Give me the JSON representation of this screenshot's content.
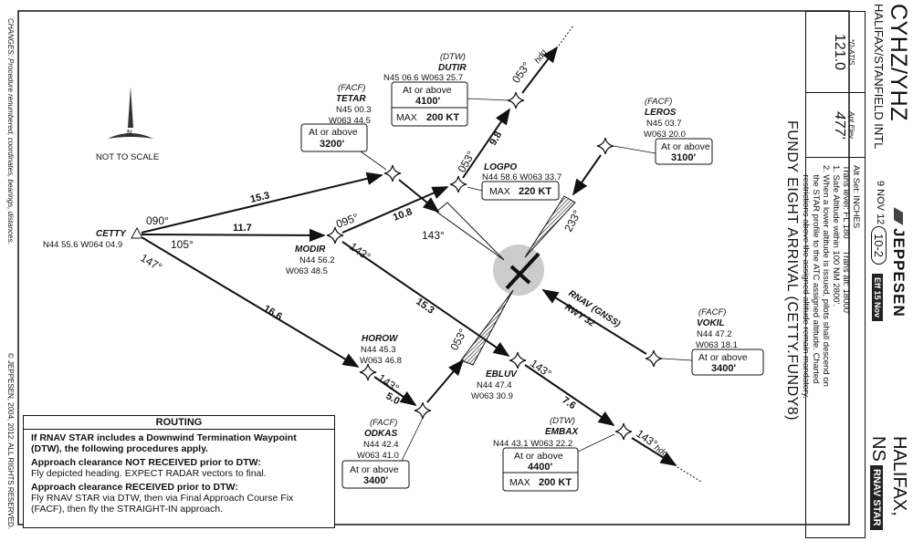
{
  "header": {
    "icao": "CYHZ/YHZ",
    "airport": "HALIFAX/STANFIELD INTL",
    "date": "9 NOV 12",
    "page": "10-2",
    "effective": "Eff 15 Nov",
    "brand": "JEPPESEN",
    "city": "HALIFAX, NS",
    "chart_type": "RNAV STAR",
    "atis_label": "*D-ATIS",
    "atis_freq": "121.0",
    "elev_label": "Apt Elev",
    "elev_value": "477'",
    "notes": [
      "Alt Set: INCHES",
      "Trans level: FL 180     Trans alt: 18000'",
      "1. Safe Altitude within 100 NM 2800'.",
      "2. When a lower altitude is issued, pilots shall descend on",
      "    the STAR profile to the ATC assigned altitude. Charted",
      "    restrictions above the assigned altitude remain mandatory."
    ],
    "title": "FUNDY EIGHT ARRIVAL (CETTY.FUNDY8)"
  },
  "left_notes": {
    "changes": "CHANGES: Procedure renumbered, coordinates, bearings, distances.",
    "copyright": "© JEPPESEN, 2004, 2012. ALL RIGHTS RESERVED."
  },
  "compass": {
    "north": "N",
    "scale_note": "NOT TO SCALE"
  },
  "waypoints": {
    "cetty": {
      "name": "CETTY",
      "coords": "N44 55.6 W064 04.9"
    },
    "tetar": {
      "role": "(FACF)",
      "name": "TETAR",
      "lat": "N45 00.3",
      "lon": "W063 44.5",
      "constraint": "At or above",
      "altitude": "3200'"
    },
    "dutir": {
      "role": "(DTW)",
      "name": "DUTIR",
      "coords": "N45 06.6 W063 25.7",
      "constraint": "At or above",
      "altitude": "4100'",
      "speed_label": "MAX",
      "speed": "200 KT"
    },
    "logpo": {
      "name": "LOGPO",
      "coords": "N44 58.6 W063 33.7",
      "speed_label": "MAX",
      "speed": "220 KT"
    },
    "modir": {
      "name": "MODIR",
      "lat": "N44 56.2",
      "lon": "W063 48.5"
    },
    "leros": {
      "role": "(FACF)",
      "name": "LEROS",
      "lat": "N45 03.7",
      "lon": "W063 20.0",
      "constraint": "At or above",
      "altitude": "3100'"
    },
    "horow": {
      "name": "HOROW",
      "lat": "N44 45.3",
      "lon": "W063 46.8"
    },
    "odkas": {
      "role": "(FACF)",
      "name": "ODKAS",
      "lat": "N44 42.4",
      "lon": "W063 41.0",
      "constraint": "At or above",
      "altitude": "3400'"
    },
    "ebluv": {
      "name": "EBLUV",
      "lat": "N44 47.4",
      "lon": "W063 30.9"
    },
    "embax": {
      "role": "(DTW)",
      "name": "EMBAX",
      "coords": "N44 43.1 W063 22.2",
      "constraint": "At or above",
      "altitude": "4400'",
      "speed_label": "MAX",
      "speed": "200 KT"
    },
    "vokil": {
      "role": "(FACF)",
      "name": "VOKIL",
      "lat": "N44 47.2",
      "lon": "W063 18.1",
      "constraint": "At or above",
      "altitude": "3400'"
    }
  },
  "legs": {
    "cetty_tetar": {
      "course": "090°",
      "distance": "15.3"
    },
    "cetty_modir": {
      "course": "105°",
      "distance": "11.7"
    },
    "cetty_horow": {
      "course": "147°",
      "distance": "16.6"
    },
    "modir_logpo": {
      "course": "095°",
      "distance": "10.8"
    },
    "modir_ebluv": {
      "course": "143°",
      "distance": "15.3"
    },
    "logpo_dutir": {
      "course": "053°",
      "distance": "9.8"
    },
    "dutir_out": {
      "course": "053°",
      "hdg": "hdg"
    },
    "horow_odkas": {
      "course": "143°",
      "distance": "5.0"
    },
    "odkas_final": {
      "course": "053°"
    },
    "ebluv_embax": {
      "course": "143°",
      "distance": "7.6"
    },
    "embax_out": {
      "course": "143°",
      "hdg": "hdg"
    },
    "tetar_final": {
      "course": "143°"
    },
    "leros_final": {
      "course": "233°"
    },
    "vokil_final": {
      "label": "RNAV (GNSS)",
      "runway": "RWY 32"
    }
  },
  "routing": {
    "title": "ROUTING",
    "intro": "If RNAV STAR includes a Downwind Termination Waypoint (DTW), the following procedures apply.",
    "not_received_head": "Approach clearance NOT RECEIVED prior to DTW:",
    "not_received_body": "Fly depicted heading. EXPECT RADAR vectors to final.",
    "received_head": "Approach clearance RECEIVED prior to DTW:",
    "received_body": "Fly RNAV STAR via DTW, then via Final Approach Course Fix (FACF), then fly the STRAIGHT-IN approach."
  }
}
